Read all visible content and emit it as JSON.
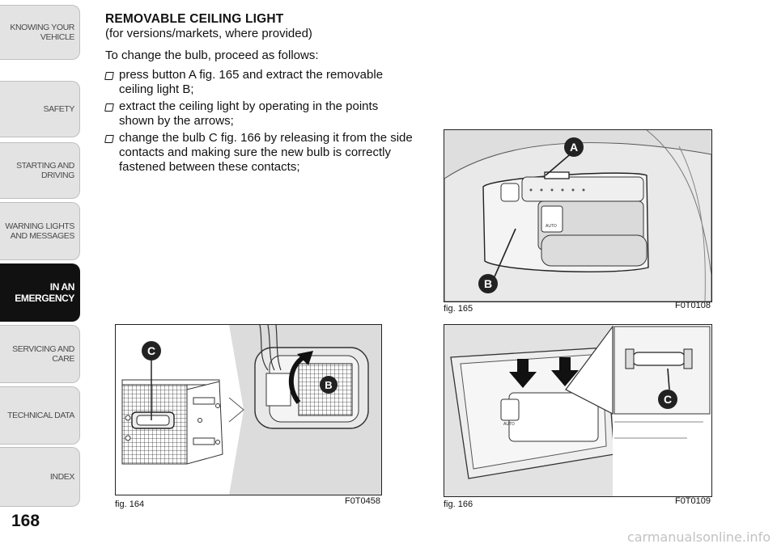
{
  "sidebar": {
    "tabs": [
      {
        "line1": "KNOWING YOUR",
        "line2": "VEHICLE"
      },
      {
        "line1": "",
        "line2": "SAFETY"
      },
      {
        "line1": "STARTING AND",
        "line2": "DRIVING"
      },
      {
        "line1": "WARNING LIGHTS",
        "line2": "AND MESSAGES"
      },
      {
        "line1": "IN AN",
        "line2": "EMERGENCY"
      },
      {
        "line1": "SERVICING AND",
        "line2": "CARE"
      },
      {
        "line1": "",
        "line2": "TECHNICAL DATA"
      },
      {
        "line1": "",
        "line2": "INDEX"
      }
    ],
    "active_tab": "IN AN EMERGENCY"
  },
  "page": {
    "number": "168"
  },
  "content": {
    "heading": "REMOVABLE CEILING LIGHT",
    "subheading": "(for versions/markets, where provided)",
    "intro": "To change the bulb, proceed as follows:",
    "steps": [
      "press button A fig. 165 and extract the removable ceiling light B;",
      "extract the ceiling light by operating in the points shown by the arrows;",
      "change the bulb C fig. 166 by releasing it from the side contacts and making sure the new bulb is correctly fastened between these contacts;"
    ]
  },
  "figures": {
    "fig164": {
      "caption": "fig. 164",
      "code": "F0T0458",
      "callouts": [
        "C",
        "B"
      ]
    },
    "fig165": {
      "caption": "fig. 165",
      "code": "F0T0108",
      "callouts": [
        "A",
        "B"
      ],
      "button_label": "AUTO"
    },
    "fig166": {
      "caption": "fig. 166",
      "code": "F0T0109",
      "callouts": [
        "C"
      ],
      "button_label": "AUTO"
    }
  },
  "watermark": "carmanualsonline.info",
  "colors": {
    "active_tab": "#111111",
    "tab": "#e3e3e3",
    "callout": "#222222"
  }
}
